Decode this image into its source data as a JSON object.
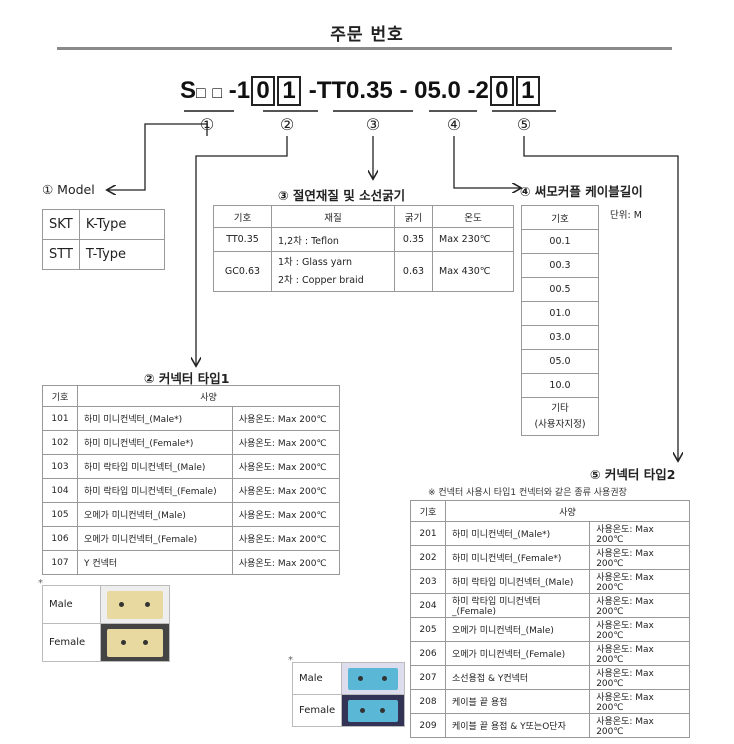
{
  "title": "주문 번호",
  "code": {
    "prefix": "S",
    "blank1": "□",
    "blank2": "□",
    "dash1": "-",
    "seg1_lead": "1",
    "seg1_box1": "0",
    "seg1_box2": "1",
    "dash2": "-",
    "seg2": "TT0.35",
    "dash3": "-",
    "seg3": "05.0",
    "dash4": "-",
    "seg4_lead": "2",
    "seg4_box1": "0",
    "seg4_box2": "1"
  },
  "markers": {
    "m1": "①",
    "m2": "②",
    "m3": "③",
    "m4": "④",
    "m5": "⑤"
  },
  "model": {
    "label": "① Model",
    "rows": [
      [
        "SKT",
        "K-Type"
      ],
      [
        "STT",
        "T-Type"
      ]
    ]
  },
  "insulation": {
    "label": "③ 절연재질 및 소선굵기",
    "headers": [
      "기호",
      "재질",
      "굵기",
      "온도"
    ],
    "rows": [
      {
        "code": "TT0.35",
        "material_1": "1,2차 : Teflon",
        "material_2": "",
        "gauge": "0.35",
        "temp": "Max 230℃"
      },
      {
        "code": "GC0.63",
        "material_1": "1차 : Glass yarn",
        "material_2": "2차 : Copper braid",
        "gauge": "0.63",
        "temp": "Max 430℃"
      }
    ]
  },
  "cable_length": {
    "label": "④ 써모커플 케이블길이",
    "unit": "단위: M",
    "header": "기호",
    "rows": [
      "00.1",
      "00.3",
      "00.5",
      "01.0",
      "03.0",
      "05.0",
      "10.0"
    ],
    "other_1": "기타",
    "other_2": "(사용자지정)"
  },
  "connector1": {
    "label": "② 커넥터 타입1",
    "headers": [
      "기호",
      "사양"
    ],
    "rows": [
      [
        "101",
        "하미 미니컨넥터_(Male*)",
        "사용온도: Max 200℃"
      ],
      [
        "102",
        "하미 미니컨넥터_(Female*)",
        "사용온도: Max 200℃"
      ],
      [
        "103",
        "하미 락타입 미니컨넥터_(Male)",
        "사용온도: Max 200℃"
      ],
      [
        "104",
        "하미 락타입 미니컨넥터_(Female)",
        "사용온도: Max 200℃"
      ],
      [
        "105",
        "오메가 미니컨넥터_(Male)",
        "사용온도: Max 200℃"
      ],
      [
        "106",
        "오메가 미니컨넥터_(Female)",
        "사용온도: Max 200℃"
      ],
      [
        "107",
        "Y 컨넥터",
        "사용온도: Max 200℃"
      ]
    ]
  },
  "photos1": {
    "star": "*",
    "male": "Male",
    "female": "Female"
  },
  "connector2": {
    "label": "⑤ 커넥터 타입2",
    "note": "※ 컨넥터 사용시 타입1 컨넥터와 같은 종류 사용권장",
    "headers": [
      "기호",
      "사양"
    ],
    "rows": [
      [
        "201",
        "하미 미니컨넥터_(Male*)",
        "사용온도: Max 200℃"
      ],
      [
        "202",
        "하미 미니컨넥터_(Female*)",
        "사용온도: Max 200℃"
      ],
      [
        "203",
        "하미 락타입 미니컨넥터_(Male)",
        "사용온도: Max 200℃"
      ],
      [
        "204",
        "하미 락타입 미니컨넥터_(Female)",
        "사용온도: Max 200℃"
      ],
      [
        "205",
        "오메가 미니컨넥터_(Male)",
        "사용온도: Max 200℃"
      ],
      [
        "206",
        "오메가 미니컨넥터_(Female)",
        "사용온도: Max 200℃"
      ],
      [
        "207",
        "소선용접 & Y컨넥터",
        "사용온도: Max 200℃"
      ],
      [
        "208",
        "케이블 끝 용접",
        "사용온도: Max 200℃"
      ],
      [
        "209",
        "케이블 끝 용접 & Y또는O단자",
        "사용온도: Max 200℃"
      ]
    ]
  },
  "photos2": {
    "star": "*",
    "male": "Male",
    "female": "Female"
  },
  "colors": {
    "photo1_plug": "#e8d9a0",
    "photo2_plug": "#5ab7d6"
  }
}
